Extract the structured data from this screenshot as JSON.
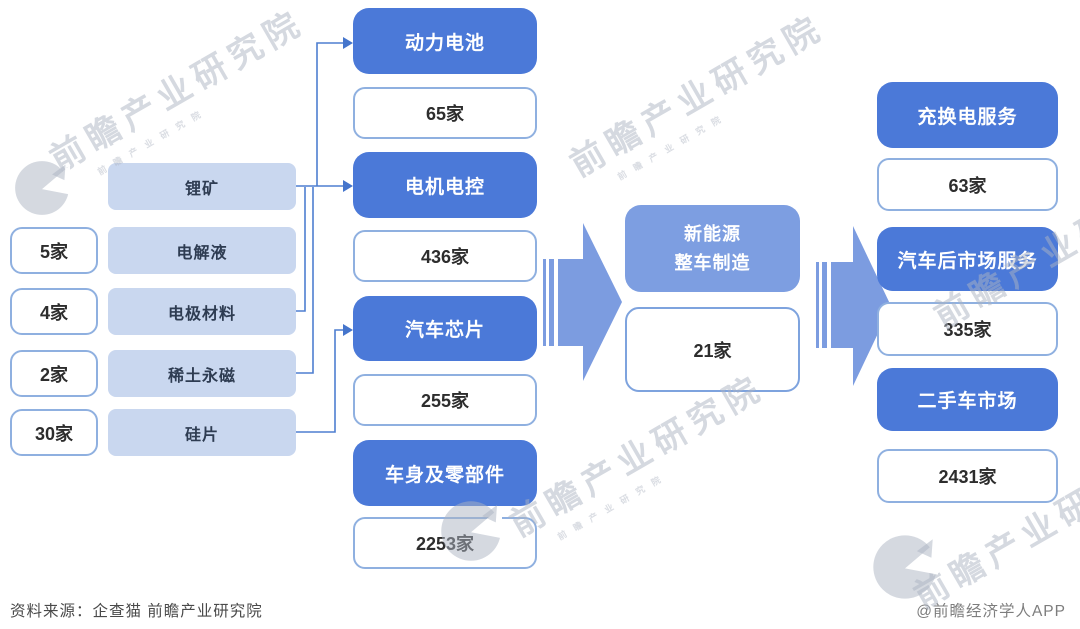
{
  "watermark": {
    "brand": "前瞻产业研究院"
  },
  "upstream": {
    "items": [
      {
        "label": "锂矿"
      },
      {
        "label": "电解液",
        "count": "5家"
      },
      {
        "label": "电极材料",
        "count": "4家"
      },
      {
        "label": "稀土永磁",
        "count": "2家"
      },
      {
        "label": "硅片",
        "count": "30家"
      }
    ]
  },
  "midstream": {
    "items": [
      {
        "label": "动力电池",
        "count": "65家"
      },
      {
        "label": "电机电控",
        "count": "436家"
      },
      {
        "label": "汽车芯片",
        "count": "255家"
      },
      {
        "label": "车身及零部件",
        "count": "2253家"
      }
    ]
  },
  "oem": {
    "line1": "新能源",
    "line2": "整车制造",
    "count": "21家"
  },
  "downstream": {
    "items": [
      {
        "label": "充换电服务",
        "count": "63家"
      },
      {
        "label": "汽车后市场服务",
        "count": "335家"
      },
      {
        "label": "二手车市场",
        "count": "2431家"
      }
    ]
  },
  "footer": {
    "source": "资料来源：企查猫 前瞻产业研究院",
    "credit": "@前瞻经济学人APP"
  },
  "colors": {
    "primary_blue": "#4b79d8",
    "medium_blue": "#7d9ee1",
    "light_blue": "#c9d7ef",
    "line_blue": "#4e7fd0"
  }
}
